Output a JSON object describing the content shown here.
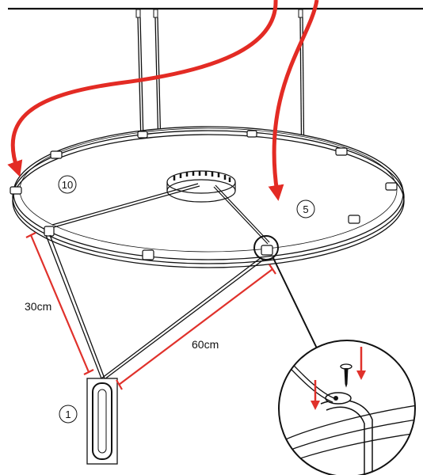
{
  "labels": {
    "dim_short": "30cm",
    "dim_long": "60cm"
  },
  "steps": {
    "step_a": "10",
    "step_b": "5",
    "step_c": "1"
  },
  "colors": {
    "line": "#111111",
    "arrow_red": "#e32b24",
    "dimension_red": "#e0312b",
    "background": "#ffffff"
  },
  "icons": {
    "assembly_arrow": "curved-red-arrow",
    "screw": "screw-icon",
    "clip": "cable-clip-icon",
    "weight": "weight-block-icon",
    "detail": "magnifier-detail-circle"
  }
}
